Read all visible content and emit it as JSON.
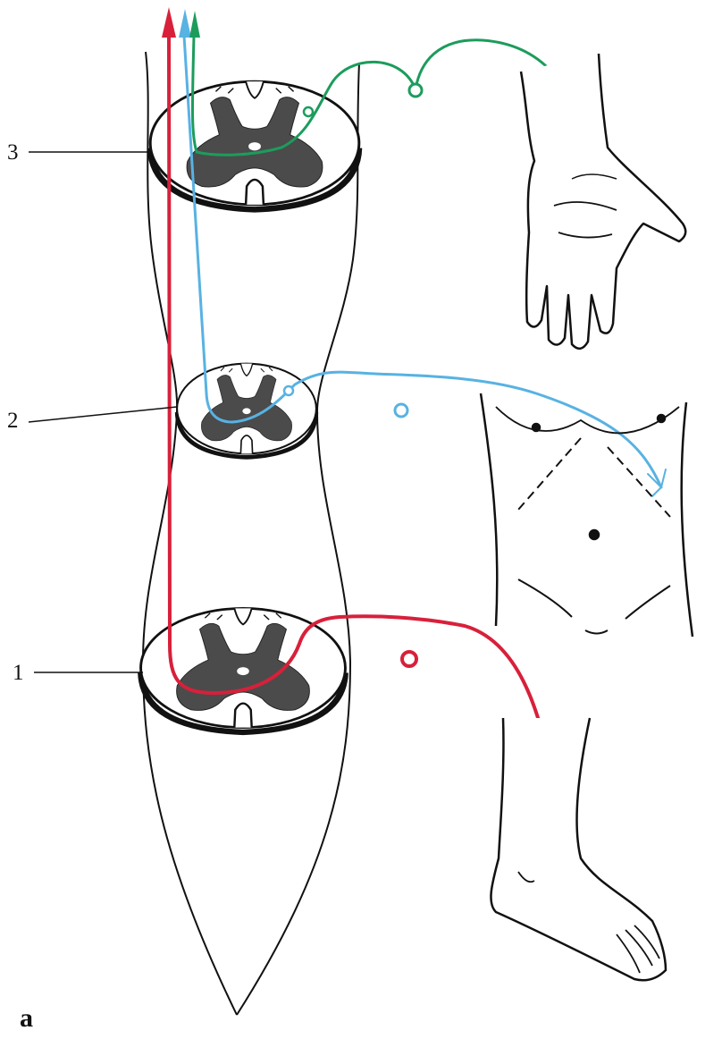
{
  "labels": {
    "segment_1": "1",
    "segment_2": "2",
    "segment_3": "3",
    "panel": "a"
  },
  "colors": {
    "pathway_1": "#d8203a",
    "pathway_2": "#58b2e2",
    "pathway_3": "#1c9c5c",
    "gray_matter": "#4b4b4b",
    "outline": "#111111"
  },
  "icons": {
    "hand": "hand-icon",
    "torso": "torso-icon",
    "foot": "foot-icon"
  }
}
